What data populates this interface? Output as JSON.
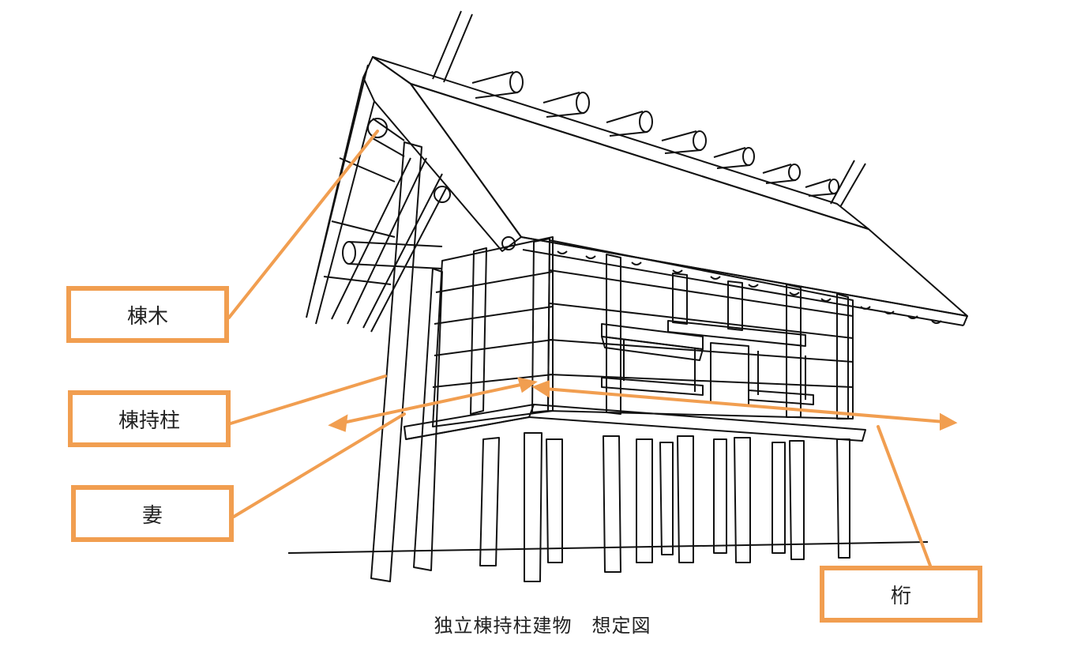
{
  "labels": {
    "munagi": "棟木",
    "munamochibashira": "棟持柱",
    "tsuma": "妻",
    "keta": "桁"
  },
  "caption": "独立棟持柱建物　想定図",
  "colors": {
    "annotation": "#F19E50",
    "line": "#111111",
    "background": "#ffffff"
  }
}
